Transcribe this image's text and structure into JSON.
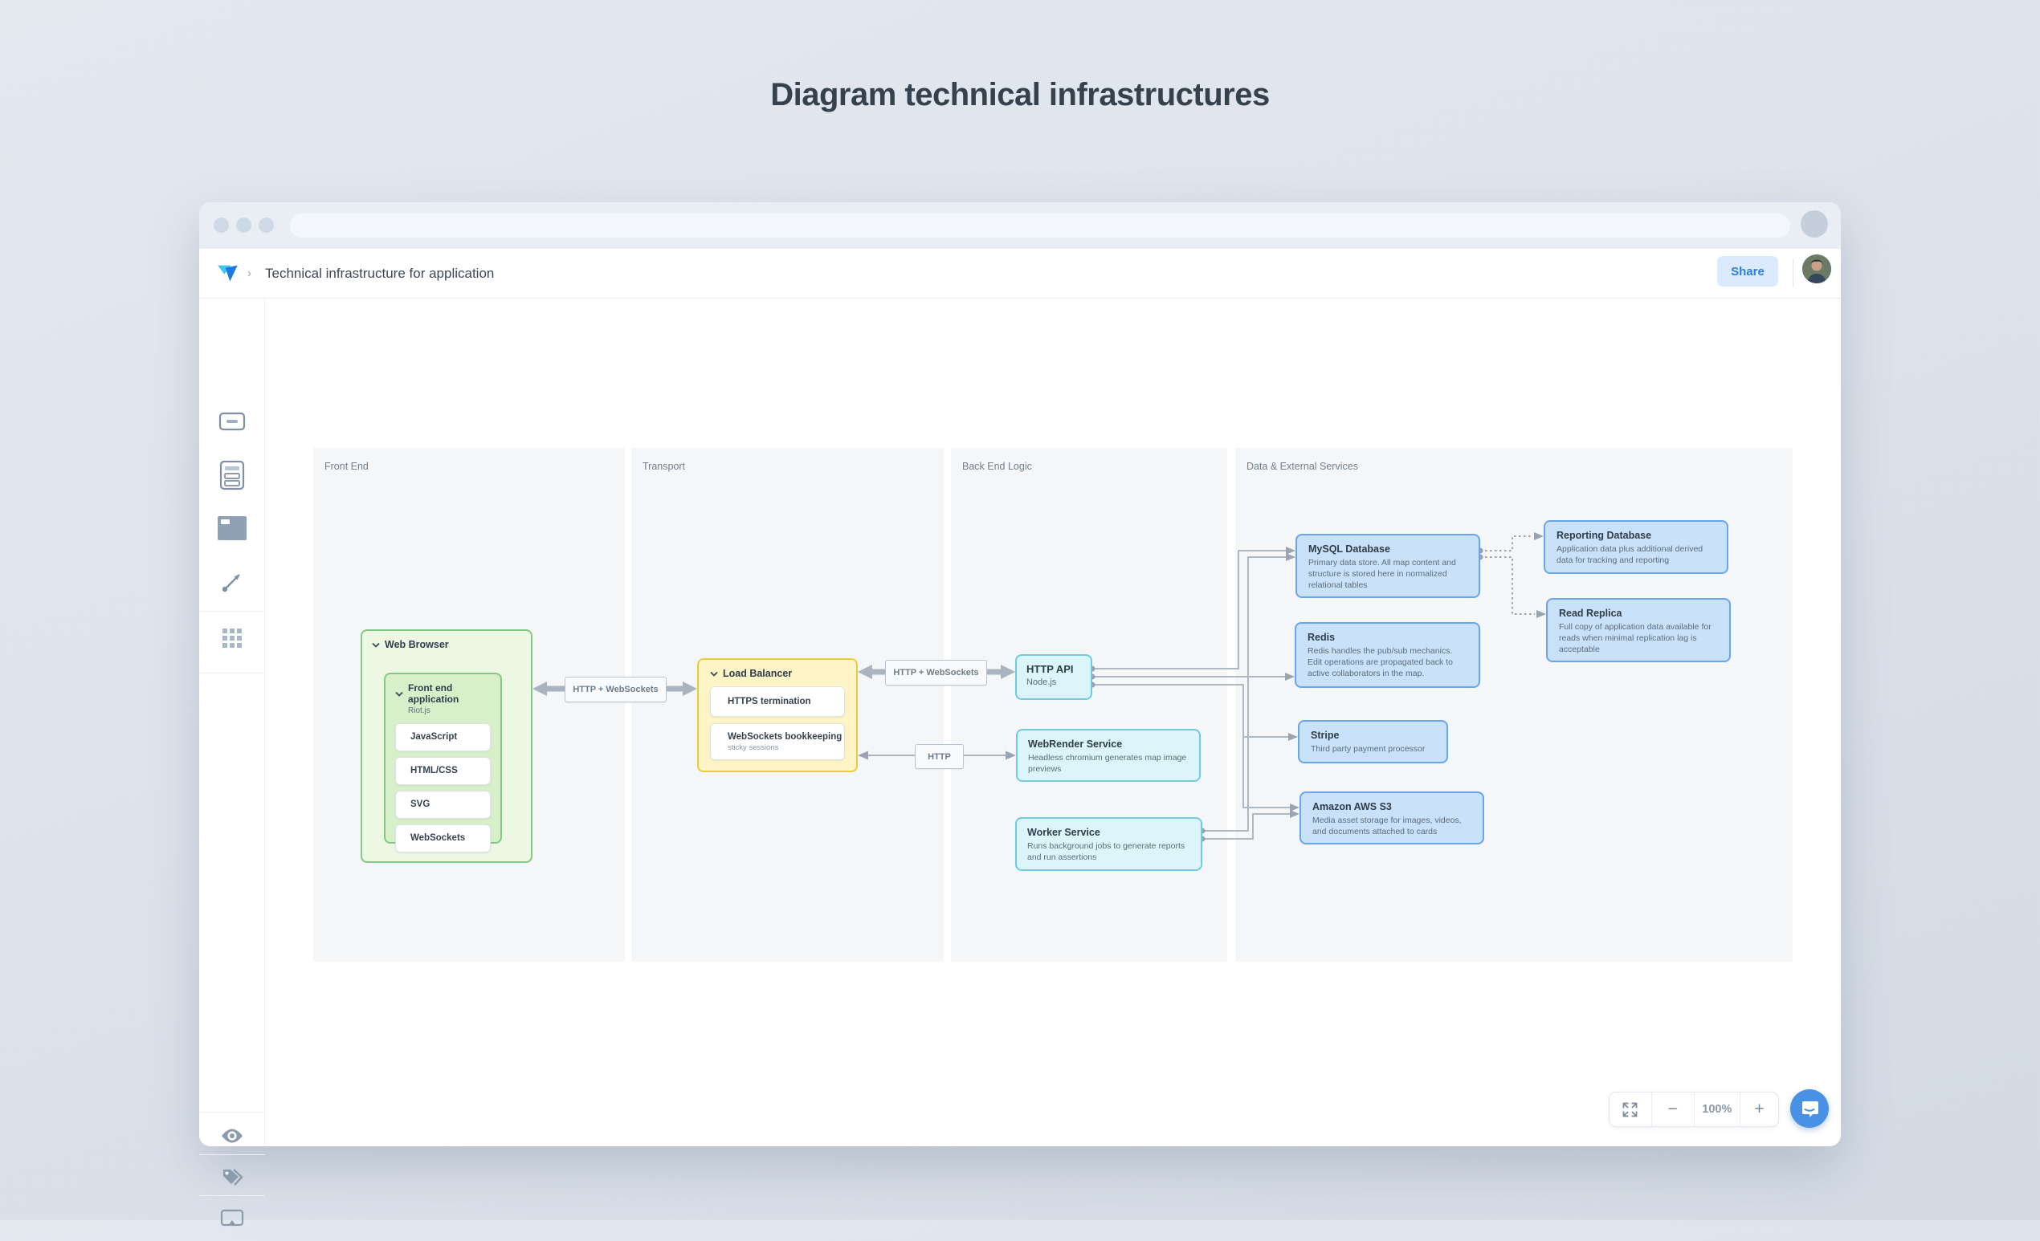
{
  "page": {
    "title": "Diagram technical infrastructures"
  },
  "browser": {
    "traffic_lights": [
      "close",
      "minimize",
      "maximize"
    ],
    "url_value": "",
    "avatar_icon": "browser-profile-circle"
  },
  "app_header": {
    "logo_icon": "whimsical-logo",
    "breadcrumb_chevron": "›",
    "doc_title": "Technical infrastructure for application",
    "share_label": "Share",
    "avatar_icon": "user-avatar"
  },
  "sidebar": {
    "tools": [
      "card-tool",
      "container-tool",
      "swimlane-tool",
      "connector-tool",
      "shapes-grid-tool"
    ],
    "bottom_tools": [
      "visibility-eye-tool",
      "tags-tool",
      "present-tool"
    ]
  },
  "canvas": {
    "zoom_level": "100%",
    "zoom_minus": "−",
    "zoom_plus": "+",
    "lanes": [
      {
        "label": "Front End"
      },
      {
        "label": "Transport"
      },
      {
        "label": "Back End Logic"
      },
      {
        "label": "Data & External Services"
      }
    ],
    "nodes": {
      "web_browser": {
        "title": "Web Browser"
      },
      "front_end_app": {
        "title": "Front end application",
        "subtitle": "Riot.js",
        "items": [
          "JavaScript",
          "HTML/CSS",
          "SVG",
          "WebSockets"
        ]
      },
      "load_balancer": {
        "title": "Load Balancer",
        "items": [
          {
            "title": "HTTPS termination",
            "subtitle": ""
          },
          {
            "title": "WebSockets bookkeeping",
            "subtitle": "sticky sessions"
          }
        ]
      },
      "http_api": {
        "title": "HTTP API",
        "subtitle": "Node.js"
      },
      "webrender": {
        "title": "WebRender Service",
        "subtitle": "Headless chromium generates map image previews"
      },
      "worker": {
        "title": "Worker Service",
        "subtitle": "Runs background jobs to generate reports and run assertions"
      },
      "mysql": {
        "title": "MySQL Database",
        "subtitle": "Primary data store.  All map content and structure is stored here in normalized relational tables"
      },
      "redis": {
        "title": "Redis",
        "subtitle": "Redis handles the pub/sub mechanics. Edit operations are propagated back to active collaborators in the map."
      },
      "stripe": {
        "title": "Stripe",
        "subtitle": "Third party payment processor"
      },
      "s3": {
        "title": "Amazon AWS S3",
        "subtitle": "Media asset storage for images, videos, and documents attached to cards"
      },
      "reporting_db": {
        "title": "Reporting Database",
        "subtitle": "Application data plus additional derived data for tracking and reporting"
      },
      "read_replica": {
        "title": "Read Replica",
        "subtitle": "Full copy of application data available for reads when minimal replication lag is acceptable"
      }
    },
    "edge_labels": {
      "browser_lb": "HTTP + WebSockets",
      "lb_api": "HTTP + WebSockets",
      "lb_webrender": "HTTP"
    }
  },
  "colors": {
    "accent_blue": "#2b7de1",
    "green_node": "#edf8e4",
    "yellow_node": "#fdf5c6",
    "cyan_node": "#dbf5fb",
    "blue_node": "#c9e2f9",
    "connector": "#a9b4c0",
    "intercom_blue": "#4991e5"
  }
}
